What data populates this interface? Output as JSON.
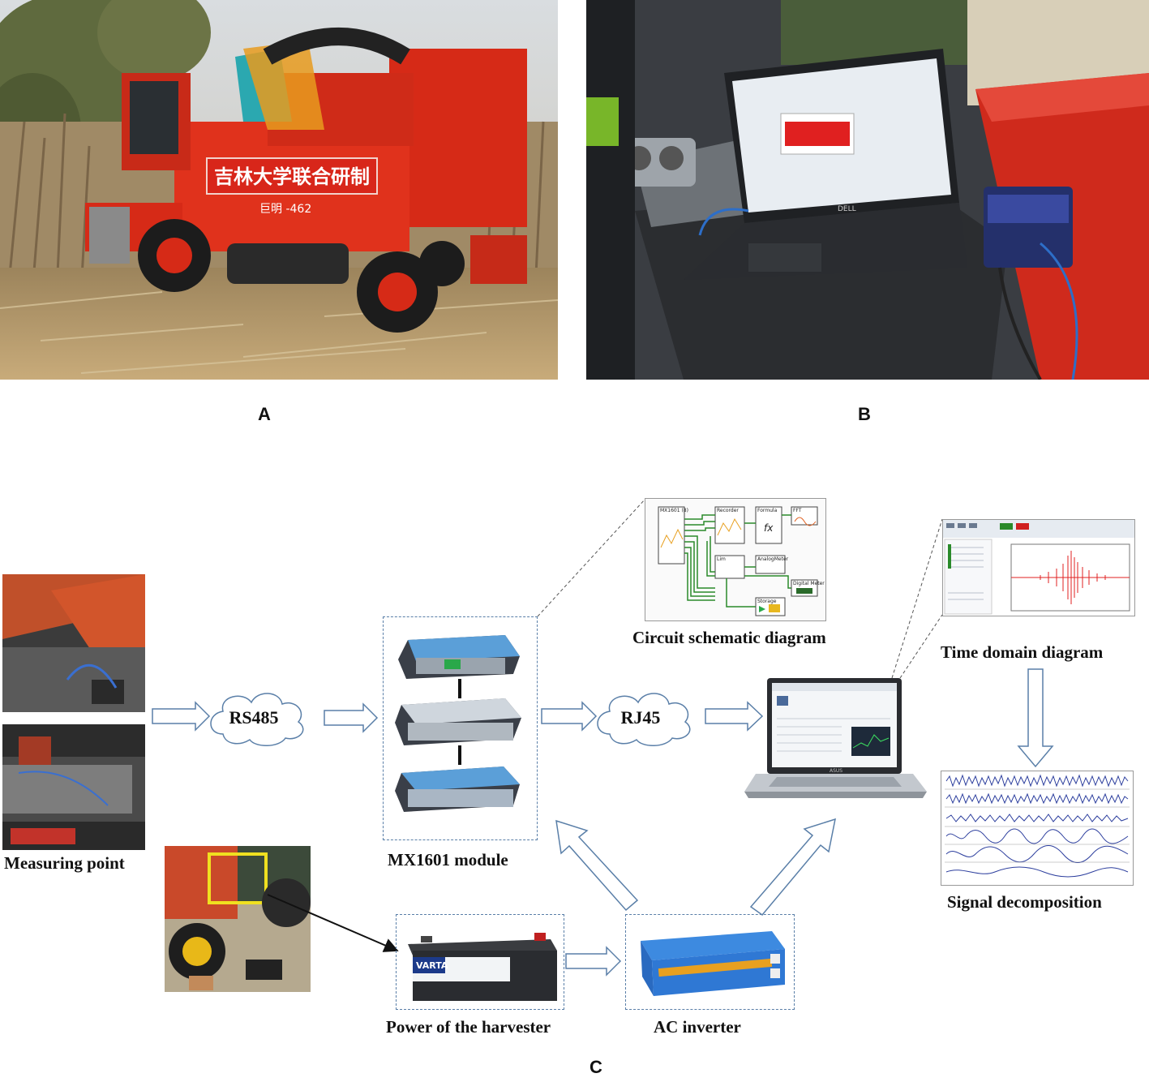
{
  "panels": {
    "a": "A",
    "b": "B",
    "c": "C"
  },
  "harvester": {
    "banner_text": "吉林大学联合研制",
    "model_text": "巨明 -462"
  },
  "labels": {
    "measuring_point": "Measuring point",
    "rs485": "RS485",
    "mx1601": "MX1601 module",
    "circuit": "Circuit schematic diagram",
    "rj45": "RJ45",
    "time_domain": "Time domain diagram",
    "signal_decomposition": "Signal decomposition",
    "power": "Power of the harvester",
    "ac_inverter": "AC inverter"
  },
  "schematic_blocks": {
    "mx": "MX1601 (8)",
    "recorder": "Recorder",
    "formula": "Formula",
    "fft": "FFT",
    "fx": "fx",
    "lim": "Lim",
    "analog": "AnalogMeter",
    "digital": "Digital Meter",
    "storage": "Storage"
  },
  "devices": {
    "battery_brand": "VARTA",
    "laptop_brand": "DELL",
    "laptop2_brand": "ASUS"
  },
  "colors": {
    "arrow_stroke": "#5a7fa8",
    "harvester_red": "#e0321c",
    "field_straw": "#b89a6a",
    "signal_red": "#e02020",
    "signal_blue": "#2d3f9e",
    "wire_green": "#2a8a2a"
  }
}
